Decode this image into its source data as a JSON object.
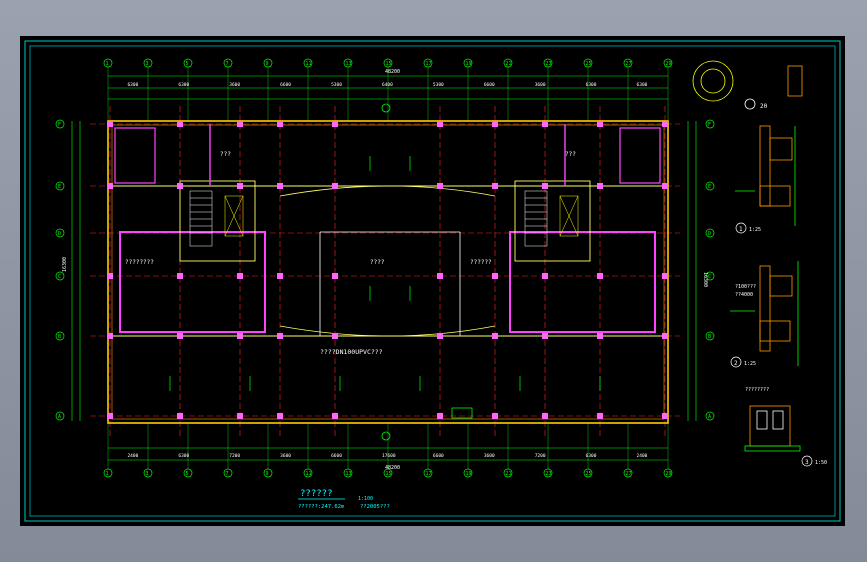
{
  "drawing": {
    "main_title": "??????",
    "scale": "1:100",
    "area_note": "??????:247.62m",
    "area_note2": "??2005???",
    "grid_top_labels": [
      "1",
      "3",
      "5",
      "7",
      "9",
      "11",
      "13",
      "15",
      "17",
      "19",
      "21",
      "23",
      "25",
      "27",
      "29"
    ],
    "grid_bottom_labels": [
      "1",
      "3",
      "5",
      "7",
      "9",
      "11",
      "13",
      "15",
      "17",
      "19",
      "21",
      "23",
      "25",
      "27",
      "29"
    ],
    "grid_left_labels": [
      "A",
      "B",
      "C",
      "D",
      "E",
      "F"
    ],
    "grid_right_labels": [
      "A",
      "B",
      "C",
      "D",
      "E",
      "F"
    ],
    "overall_dim_top": "48200",
    "overall_dim_bottom": "48200",
    "dims_top": [
      "6300",
      "6300",
      "3600",
      "6600",
      "5300",
      "6400",
      "5300",
      "6600",
      "3600",
      "6300",
      "6300"
    ],
    "dims_bottom": [
      "2400",
      "6300",
      "7200",
      "3600",
      "6600",
      "17600",
      "6600",
      "3600",
      "7200",
      "6300",
      "2400"
    ],
    "room_labels": [
      "????????",
      "????",
      "??????",
      "???",
      "???"
    ],
    "pipe_note": "????DN100UPVC???",
    "dim_right_total": "16300",
    "dim_left_total": "16300",
    "details": [
      {
        "num": "1",
        "scale": "1:25"
      },
      {
        "num": "2",
        "scale": "1:25"
      },
      {
        "num": "3",
        "scale": "1:50"
      }
    ],
    "detail_notes": [
      "?100???",
      "??4000",
      "????????"
    ],
    "detail_top_label": "20"
  }
}
